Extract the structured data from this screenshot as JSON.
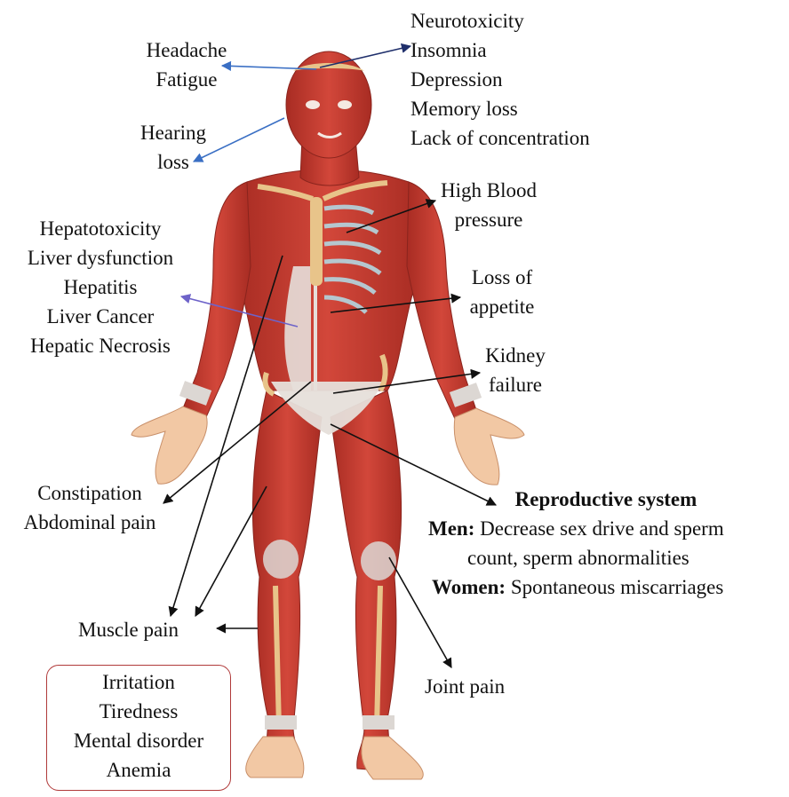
{
  "labels": {
    "headache_group": [
      "Headache",
      "Fatigue"
    ],
    "neuro_group": [
      "Neurotoxicity",
      "Insomnia",
      "Depression",
      "Memory loss",
      "Lack of concentration"
    ],
    "hearing_group": [
      "Hearing",
      "loss"
    ],
    "blood_group": [
      "High Blood",
      "pressure"
    ],
    "liver_group": [
      "Hepatotoxicity",
      "Liver dysfunction",
      "Hepatitis",
      "Liver Cancer",
      "Hepatic Necrosis"
    ],
    "appetite_group": [
      "Loss of",
      "appetite"
    ],
    "kidney_group": [
      "Kidney",
      "failure"
    ],
    "abdomen_group": [
      "Constipation",
      "Abdominal pain"
    ],
    "reproductive": {
      "title": "Reproductive system",
      "men_label": "Men:",
      "men_text_1": "Decrease sex drive and sperm",
      "men_text_2": "count, sperm abnormalities",
      "women_label": "Women:",
      "women_text": "Spontaneous miscarriages"
    },
    "muscle": "Muscle pain",
    "joint": "Joint pain",
    "box_items": [
      "Irritation",
      "Tiredness",
      "Mental disorder",
      "Anemia"
    ]
  },
  "colors": {
    "muscle": "#c8392e",
    "muscle_dark": "#9e2a22",
    "tendon": "#dcd7d3",
    "skin": "#f2c8a4",
    "arrow_blue": "#3a6fc4",
    "arrow_navy": "#1f2f6b",
    "arrow_purple": "#6e63c9",
    "arrow_black": "#111111",
    "box_border": "#b03a3a"
  },
  "icons": {
    "figure": "human-muscular-anatomy-figure"
  }
}
